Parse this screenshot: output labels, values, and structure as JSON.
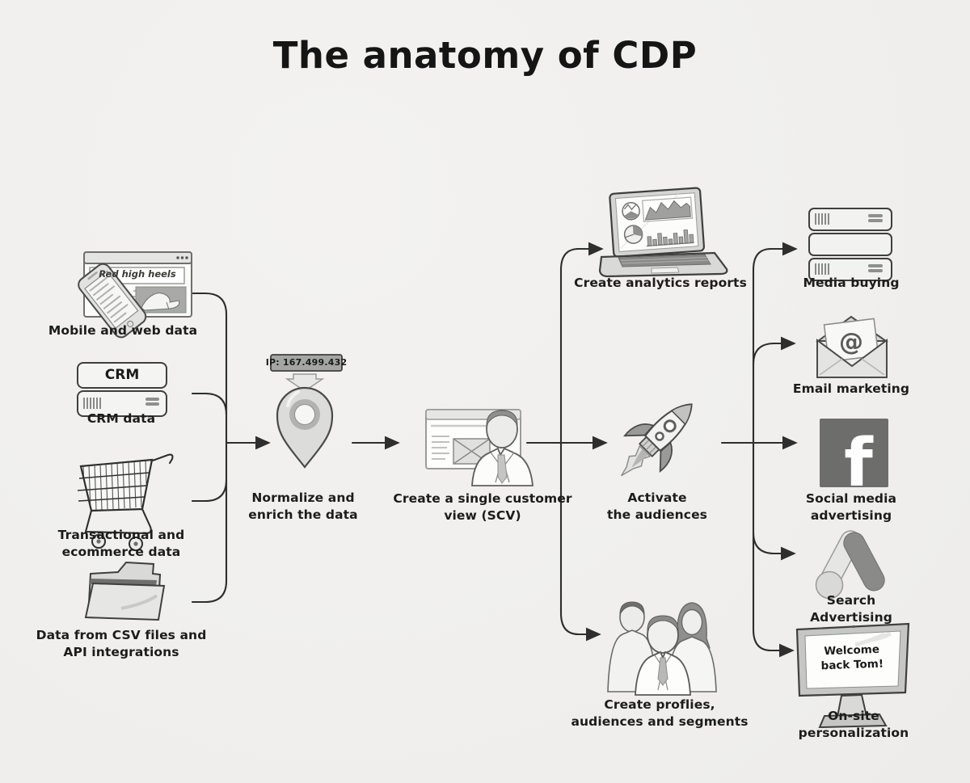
{
  "title": "The anatomy of CDP",
  "colors": {
    "background": "#f1f0ee",
    "connector_line": "#2e2e2e",
    "label_text": "#1c1c1c",
    "facebook_square": "#6d6d6b"
  },
  "sources": [
    {
      "icon": "mobile-and-web",
      "label": "Mobile and web data"
    },
    {
      "icon": "crm-server",
      "label": "CRM data"
    },
    {
      "icon": "shopping-cart",
      "label": "Transactional and\necommerce data"
    },
    {
      "icon": "folder",
      "label": "Data from CSV files and\nAPI integrations"
    }
  ],
  "process": [
    {
      "icon": "location-pin",
      "label": "Normalize and\nenrich the data"
    },
    {
      "icon": "browser-person",
      "label": "Create a single customer\nview (SCV)"
    }
  ],
  "outputs": [
    {
      "icon": "laptop-charts",
      "label": "Create analytics reports"
    },
    {
      "icon": "rocket",
      "label": "Activate\nthe audiences"
    },
    {
      "icon": "people-group",
      "label": "Create proflies,\naudiences and segments"
    }
  ],
  "channels": [
    {
      "icon": "server-stack",
      "label": "Media buying"
    },
    {
      "icon": "envelope-at",
      "label": "Email marketing"
    },
    {
      "icon": "facebook-logo",
      "label": "Social media advertising"
    },
    {
      "icon": "google-ads-logo",
      "label": "Search Advertising"
    },
    {
      "icon": "monitor-welcome",
      "label": "On-site personalization"
    }
  ],
  "icon_texts": {
    "browser_title": "Red high heels",
    "crm_label": "CRM",
    "ip_label": "IP: 167.499.432",
    "welcome_message": "Welcome\nback Tom!",
    "facebook_letter": "f",
    "email_at": "@"
  }
}
